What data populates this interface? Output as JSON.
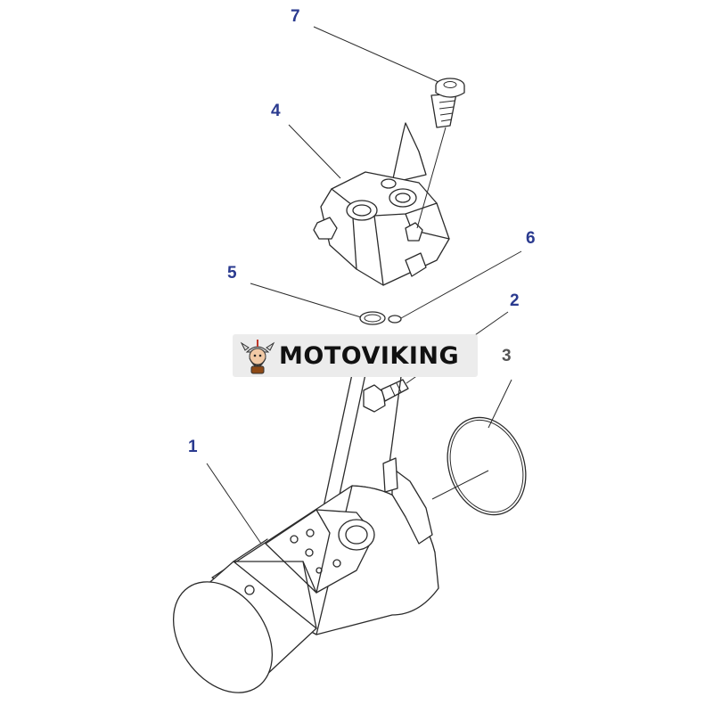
{
  "diagram": {
    "callouts": [
      {
        "id": "7",
        "label": "7"
      },
      {
        "id": "4",
        "label": "4"
      },
      {
        "id": "6",
        "label": "6"
      },
      {
        "id": "5",
        "label": "5"
      },
      {
        "id": "2",
        "label": "2"
      },
      {
        "id": "3",
        "label": "3"
      },
      {
        "id": "1",
        "label": "1"
      }
    ]
  },
  "watermark": {
    "text": "MOTOVIKING",
    "icon": "viking-mascot-icon"
  },
  "colors": {
    "callout_blue": "#2a3a8f",
    "callout_gray": "#555555",
    "line": "#2b2b2b",
    "watermark_bg": "#ececec"
  }
}
